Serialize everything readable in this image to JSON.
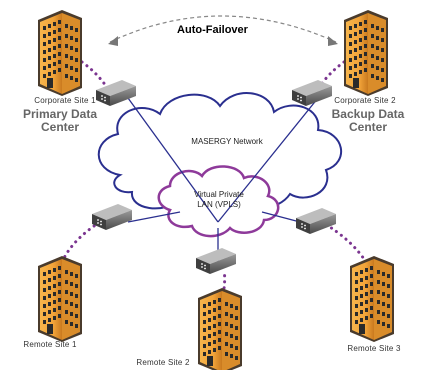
{
  "failover_label": "Auto-Failover",
  "network_label": "MASERGY Network",
  "vpls_label_line1": "Virtual Private",
  "vpls_label_line2": "LAN (VPLS)",
  "sites": {
    "corporate1": {
      "caption": "Corporate Site 1",
      "title_line1": "Primary Data",
      "title_line2": "Center"
    },
    "corporate2": {
      "caption": "Corporate Site 2",
      "title_line1": "Backup Data",
      "title_line2": "Center"
    },
    "remote1": {
      "caption": "Remote Site 1"
    },
    "remote2": {
      "caption": "Remote Site 2"
    },
    "remote3": {
      "caption": "Remote Site 3"
    }
  },
  "colors": {
    "building_orange": "#f2a43a",
    "cloud_outline_blue": "#2a2f8f",
    "vpls_outline_purple": "#8e3a9a",
    "link_dots_purple": "#7b3590",
    "router_gray": "#6e6e6e"
  }
}
